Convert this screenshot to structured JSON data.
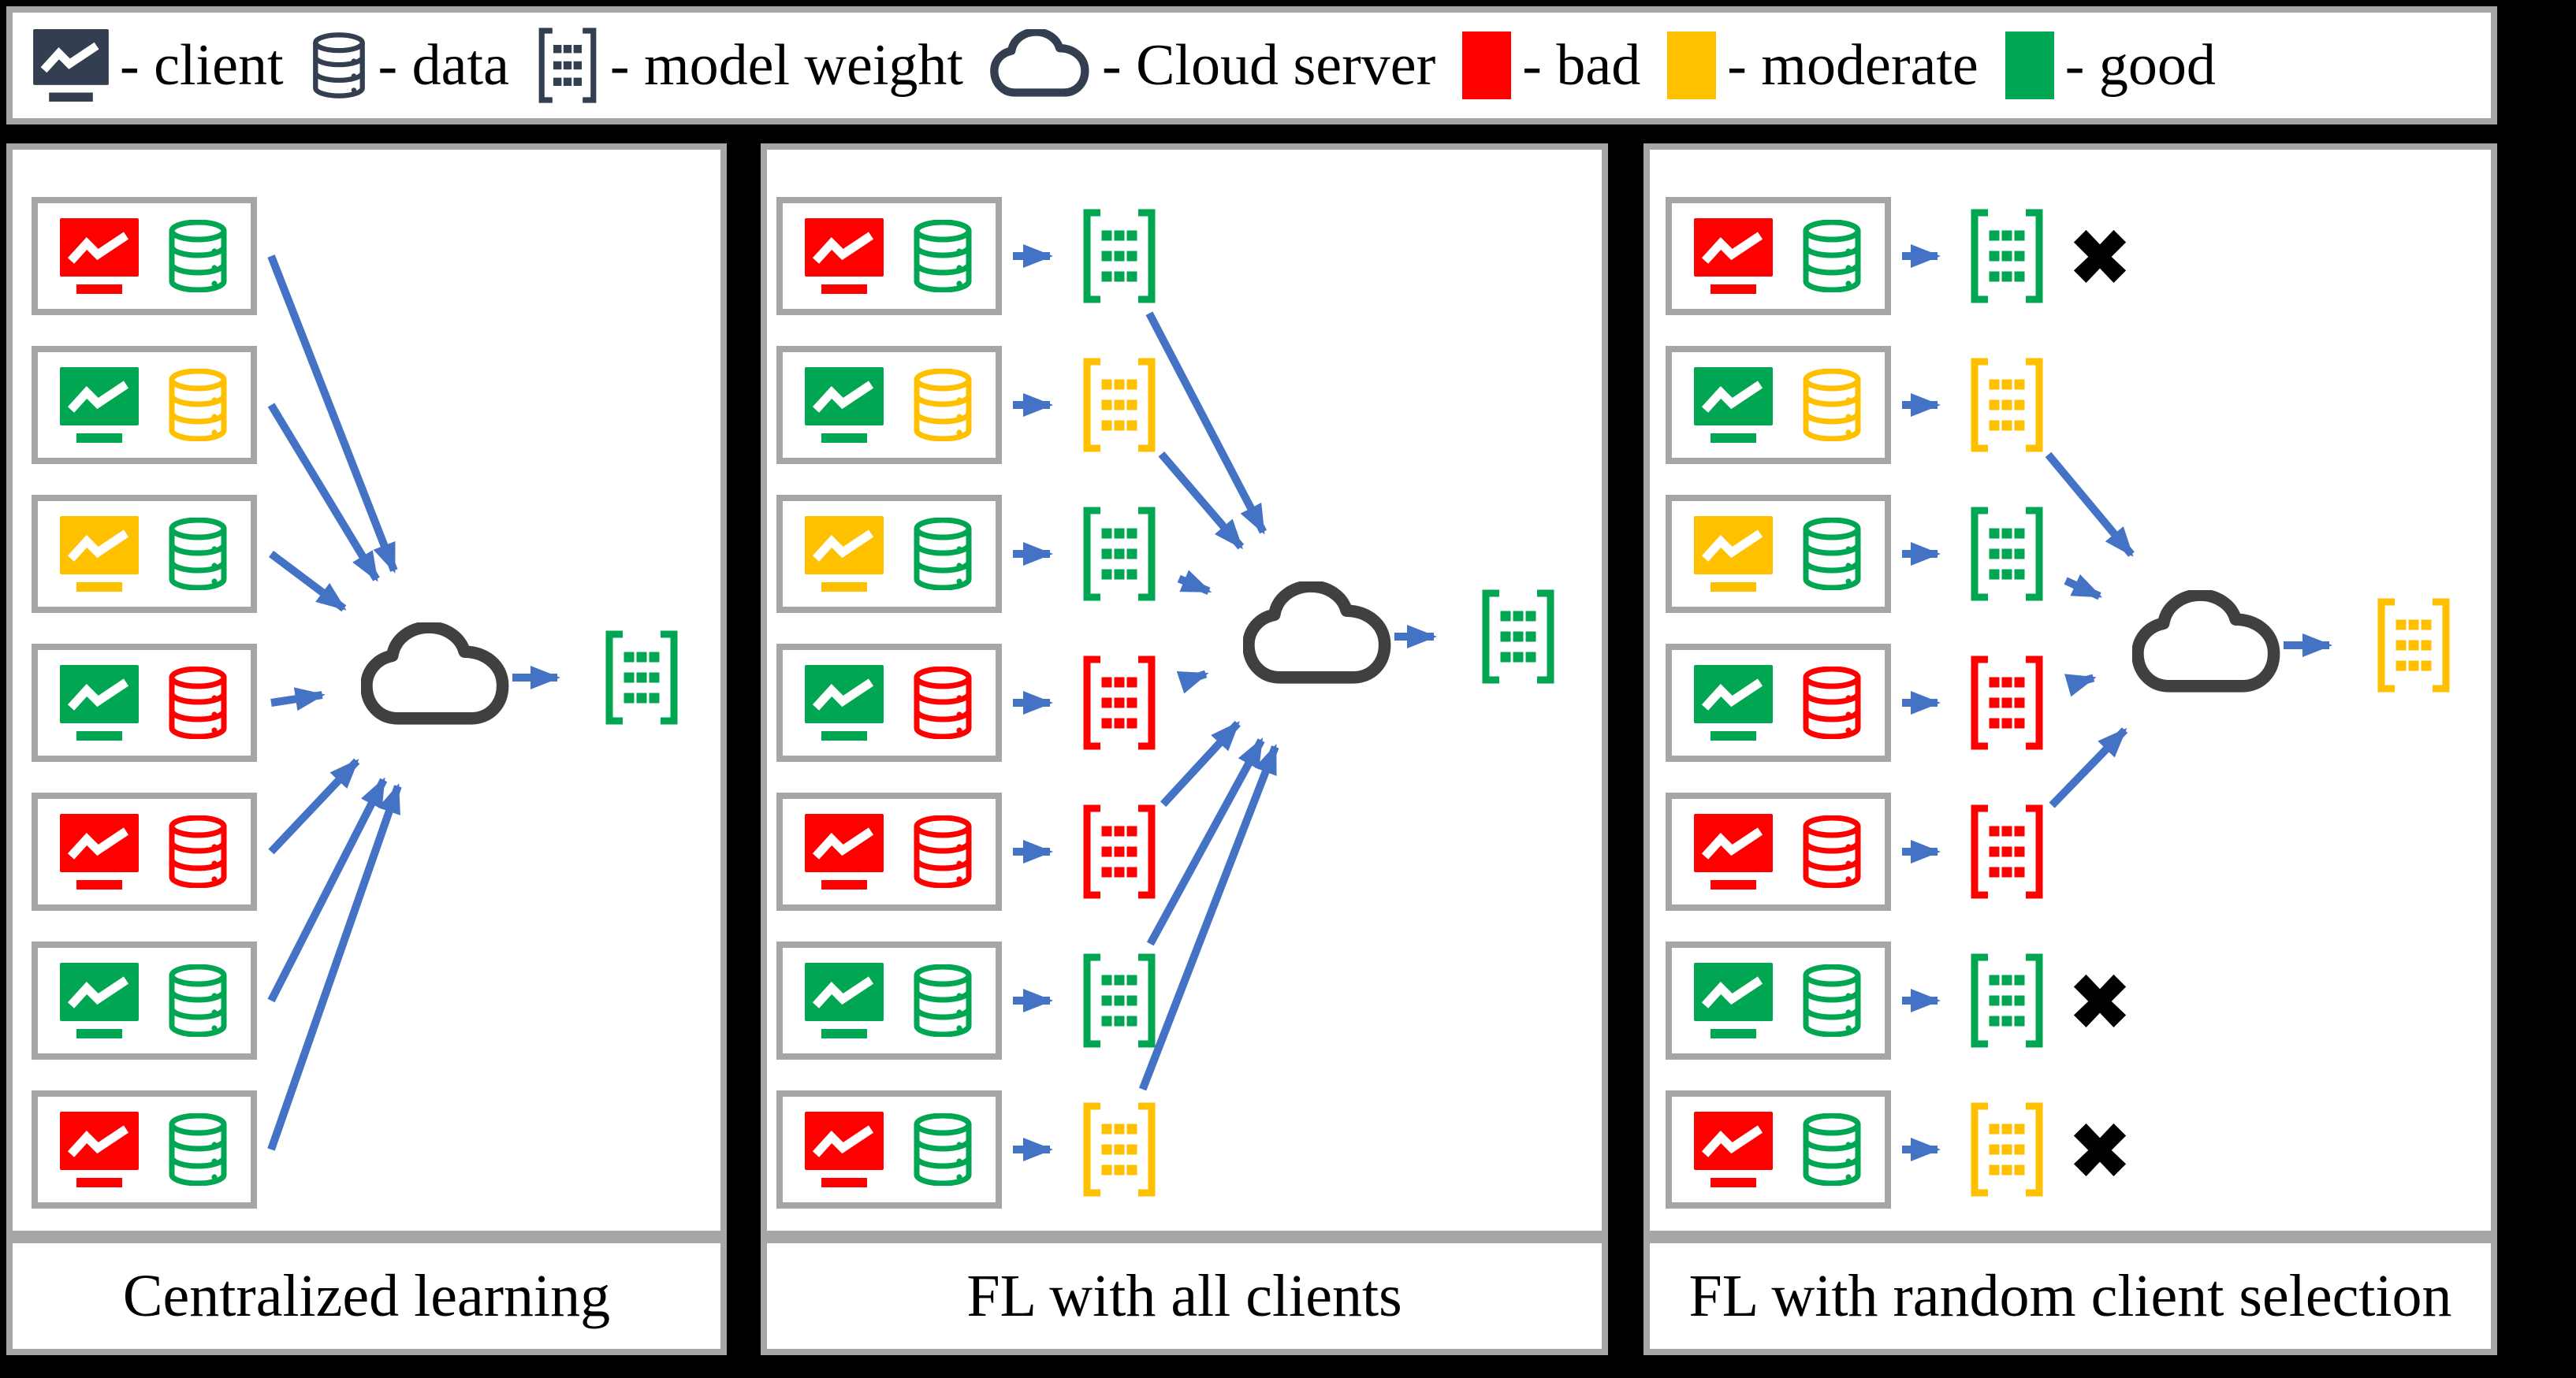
{
  "legend": {
    "items": [
      {
        "icon": "client",
        "label": "- client"
      },
      {
        "icon": "data",
        "label": "- data"
      },
      {
        "icon": "model-weight",
        "label": "- model weight"
      },
      {
        "icon": "cloud-server",
        "label": "- Cloud server"
      },
      {
        "icon": "swatch-bad",
        "label": "- bad"
      },
      {
        "icon": "swatch-moderate",
        "label": "- moderate"
      },
      {
        "icon": "swatch-good",
        "label": "- good"
      }
    ]
  },
  "colors": {
    "bad": "#FF0000",
    "moderate": "#FFC000",
    "good": "#00A651",
    "arrow": "#4472C4",
    "cloud_server": "#404040",
    "legend_icon": "#333F50",
    "box_border": "#A6A6A6",
    "background": "#000000",
    "cross": "#000000"
  },
  "panels": [
    {
      "title": "Centralized learning",
      "type": "centralized",
      "output_weight": "good",
      "clients": [
        {
          "client": "bad",
          "data": "good"
        },
        {
          "client": "good",
          "data": "moderate"
        },
        {
          "client": "moderate",
          "data": "good"
        },
        {
          "client": "good",
          "data": "bad"
        },
        {
          "client": "bad",
          "data": "bad"
        },
        {
          "client": "good",
          "data": "good"
        },
        {
          "client": "bad",
          "data": "good"
        }
      ]
    },
    {
      "title": "FL with all clients",
      "type": "federated",
      "output_weight": "good",
      "clients": [
        {
          "client": "bad",
          "data": "good",
          "weight": "good",
          "selected": true
        },
        {
          "client": "good",
          "data": "moderate",
          "weight": "moderate",
          "selected": true
        },
        {
          "client": "moderate",
          "data": "good",
          "weight": "good",
          "selected": true
        },
        {
          "client": "good",
          "data": "bad",
          "weight": "bad",
          "selected": true
        },
        {
          "client": "bad",
          "data": "bad",
          "weight": "bad",
          "selected": true
        },
        {
          "client": "good",
          "data": "good",
          "weight": "good",
          "selected": true
        },
        {
          "client": "bad",
          "data": "good",
          "weight": "moderate",
          "selected": true
        }
      ]
    },
    {
      "title": "FL with random client selection",
      "type": "federated",
      "output_weight": "moderate",
      "clients": [
        {
          "client": "bad",
          "data": "good",
          "weight": "good",
          "selected": false
        },
        {
          "client": "good",
          "data": "moderate",
          "weight": "moderate",
          "selected": true
        },
        {
          "client": "moderate",
          "data": "good",
          "weight": "good",
          "selected": true
        },
        {
          "client": "good",
          "data": "bad",
          "weight": "bad",
          "selected": true
        },
        {
          "client": "bad",
          "data": "bad",
          "weight": "bad",
          "selected": true
        },
        {
          "client": "good",
          "data": "good",
          "weight": "good",
          "selected": false
        },
        {
          "client": "bad",
          "data": "good",
          "weight": "moderate",
          "selected": false
        }
      ]
    }
  ]
}
